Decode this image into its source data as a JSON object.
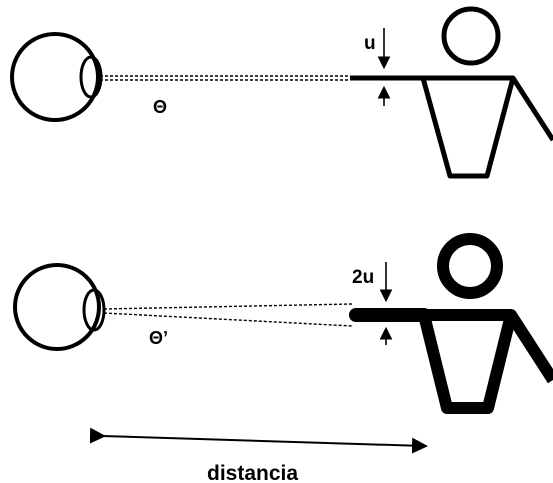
{
  "labels": {
    "top_size": "u",
    "top_angle": "Θ",
    "bottom_size": "2u",
    "bottom_angle": "Θ’",
    "distance": "distancia"
  },
  "colors": {
    "ink": "#000000",
    "background": "#ffffff"
  }
}
